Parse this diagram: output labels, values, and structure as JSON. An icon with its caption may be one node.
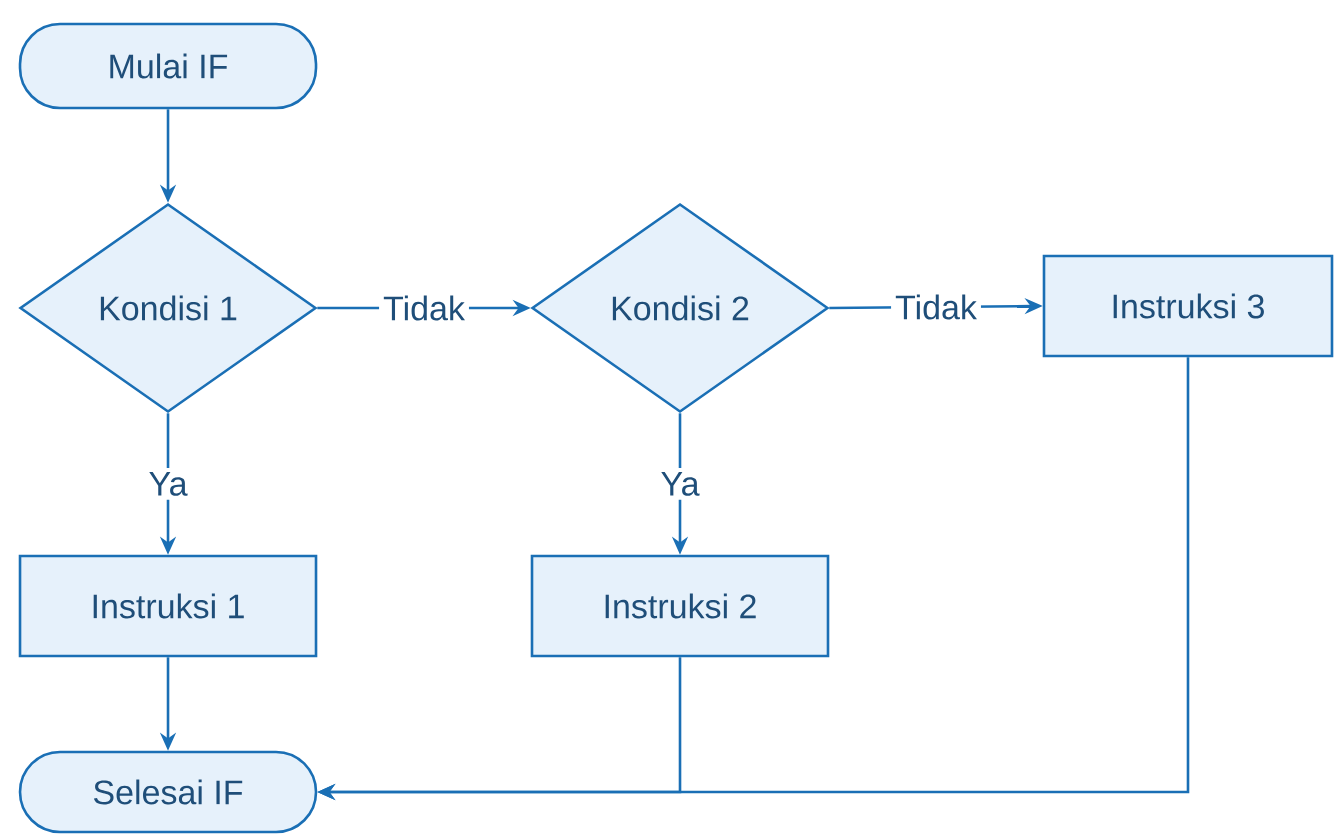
{
  "diagram": {
    "nodes": [
      {
        "text": [
          "Mulai IF"
        ]
      },
      {
        "text": [
          "Kondisi 1"
        ]
      },
      {
        "text": [
          "Kondisi 2"
        ]
      },
      {
        "text": [
          "Instruksi 3"
        ]
      },
      {
        "text": [
          "Instruksi 1"
        ]
      },
      {
        "text": [
          "Instruksi 2"
        ]
      },
      {
        "text": [
          "Selesai IF"
        ]
      }
    ],
    "edges": [
      {
        "from": 0,
        "to": 1,
        "arrow": "to"
      },
      {
        "from": 1,
        "to": 2,
        "arrow": "to",
        "label": "Tidak"
      },
      {
        "from": 2,
        "to": 3,
        "arrow": "to",
        "label": "Tidak"
      },
      {
        "from": 1,
        "to": 4,
        "arrow": "to",
        "label": "Ya"
      },
      {
        "from": 2,
        "to": 5,
        "arrow": "to",
        "label": "Ya"
      },
      {
        "from": 4,
        "to": 6,
        "arrow": "to"
      },
      {
        "from": 5,
        "to": 6,
        "arrow": "to"
      },
      {
        "from": 3,
        "to": 6,
        "arrow": "to"
      }
    ]
  }
}
